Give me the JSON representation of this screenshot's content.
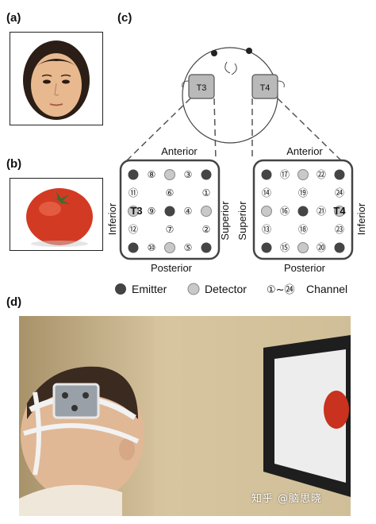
{
  "panels": {
    "a": "(a)",
    "b": "(b)",
    "c": "(c)",
    "d": "(d)"
  },
  "probe_labels": {
    "left_probe": "T3",
    "right_probe": "T4",
    "head_left": "T3",
    "head_right": "T4"
  },
  "directions": {
    "anterior_left": "Anterior",
    "anterior_right": "Anterior",
    "posterior_left": "Posterior",
    "posterior_right": "Posterior",
    "inferior_left": "Inferior",
    "inferior_right": "Inferior",
    "superior_left": "Superior",
    "superior_right": "Superior"
  },
  "left_grid_channels": [
    "⑧",
    "③",
    "⑪",
    "⑥",
    "①",
    "⑨",
    "④",
    "⑫",
    "⑦",
    "②",
    "⑩",
    "⑤"
  ],
  "right_grid_channels": [
    "⑰",
    "㉒",
    "⑭",
    "⑲",
    "㉔",
    "⑯",
    "㉑",
    "⑬",
    "⑱",
    "㉓",
    "⑮",
    "⑳"
  ],
  "legend": {
    "emitter": "Emitter",
    "detector": "Detector",
    "channel_range": "①~㉔",
    "channel": "Channel"
  },
  "watermark": "知乎 @脑思晓"
}
